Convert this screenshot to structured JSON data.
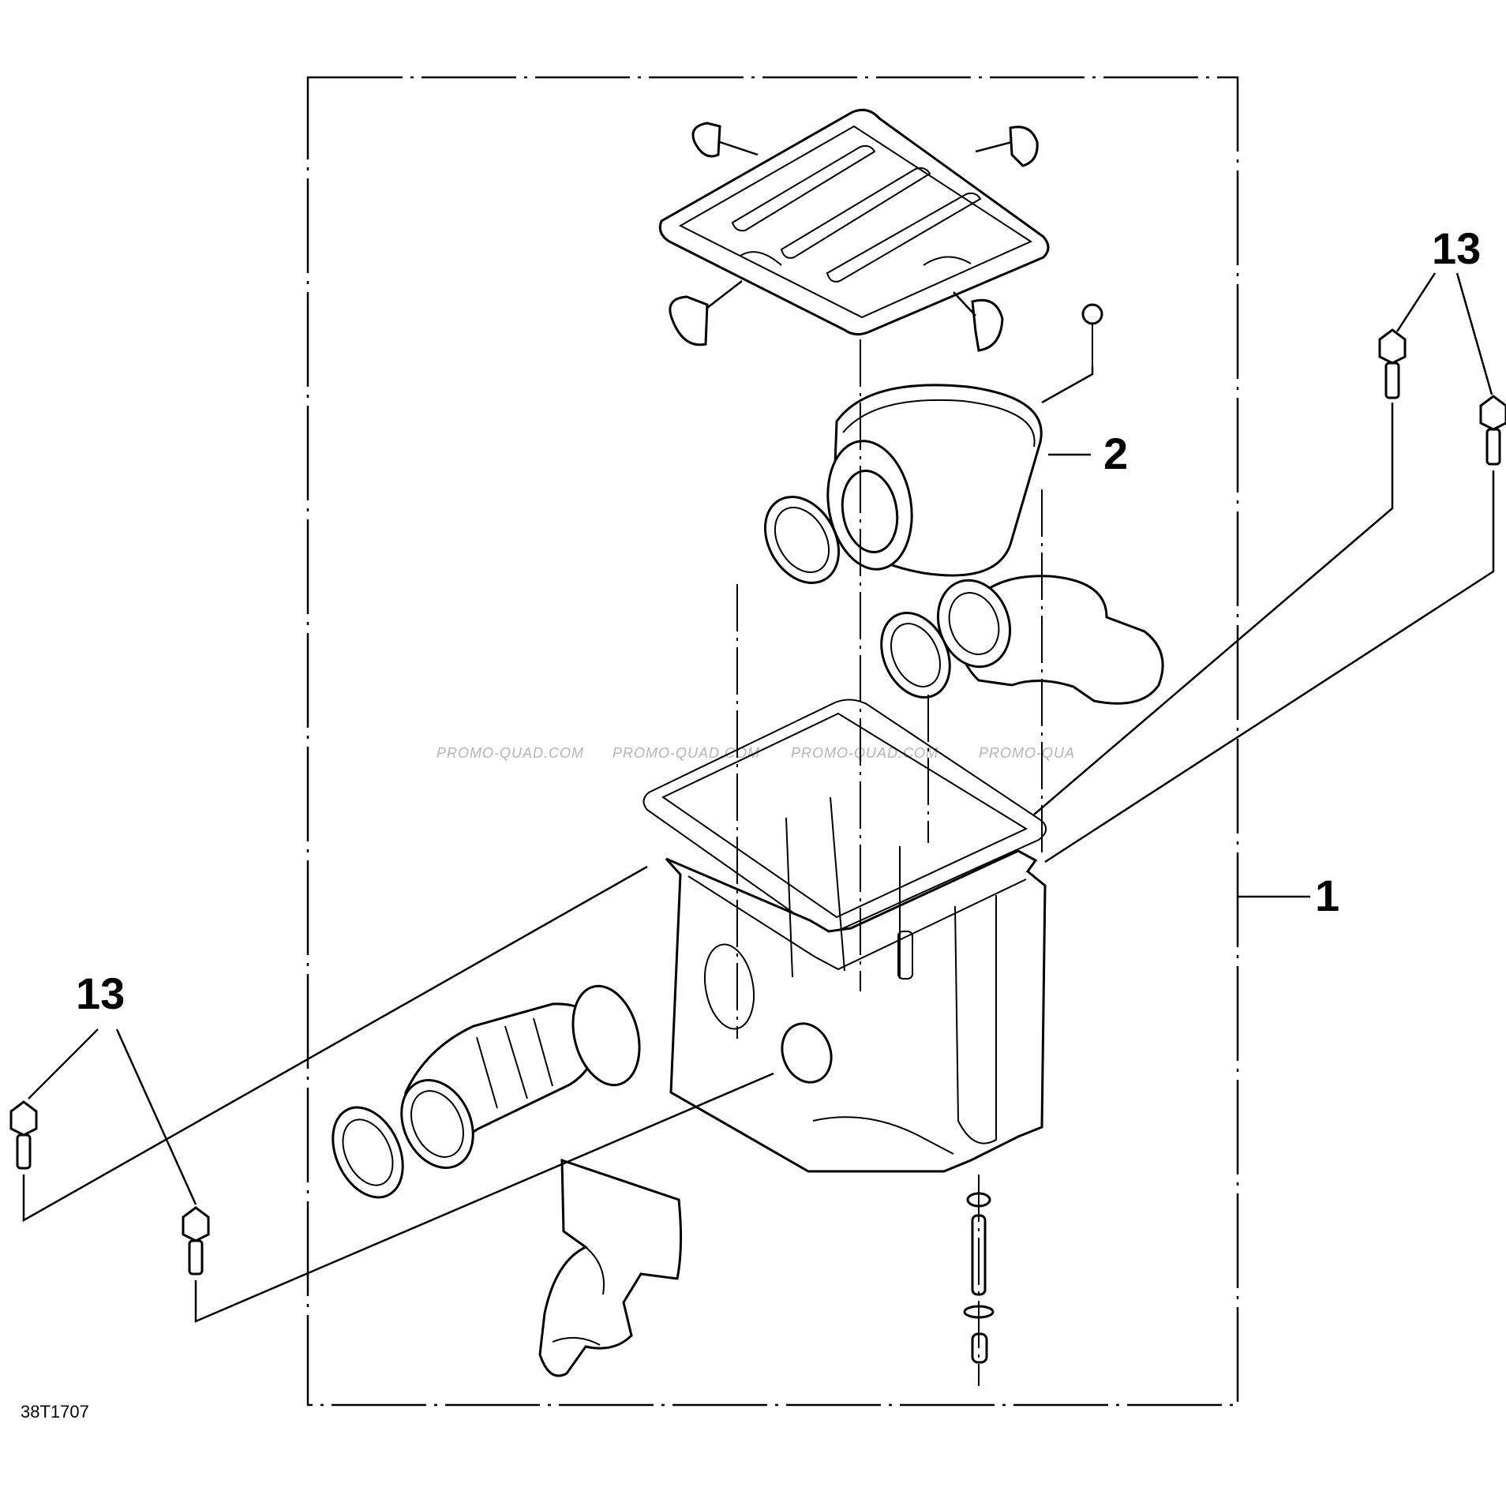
{
  "diagram": {
    "figure_code": "38T1707",
    "watermark": [
      "PROMO-QUAD.COM",
      "PROMO-QUAD.COM",
      "PROMO-QUAD.COM",
      "PROMO-QUA"
    ],
    "callouts": {
      "assembly": "1",
      "filter": "2",
      "bolts_right": "13",
      "bolts_left": "13"
    }
  }
}
